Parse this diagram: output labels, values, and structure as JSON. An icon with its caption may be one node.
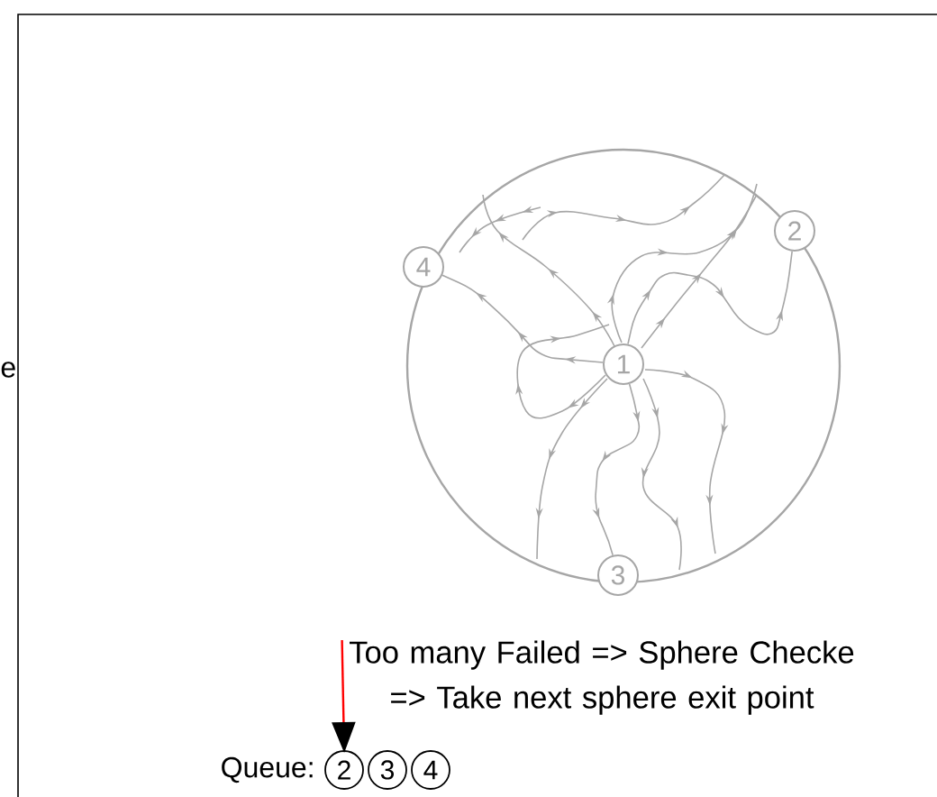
{
  "diagram": {
    "nodes": [
      {
        "text": [],
        "shape": "circle"
      },
      {
        "text": [
          "1"
        ],
        "in": 0
      },
      {
        "text": [
          "2"
        ]
      },
      {
        "text": [
          "3"
        ]
      },
      {
        "text": [
          "4"
        ]
      },
      {
        "text": [
          "Too many Failed => Sphere Checke => Take next sphere exit point"
        ]
      },
      {
        "text": [
          "2"
        ]
      },
      {
        "text": [
          "3"
        ]
      },
      {
        "text": [
          "4"
        ]
      }
    ],
    "edges": [
      {
        "from": 1,
        "to": 4,
        "arrow": "to"
      },
      {
        "from": 1,
        "to": 2,
        "arrow": "to"
      },
      {
        "from": 1,
        "to": 3,
        "arrow": "to"
      },
      {
        "from": 5,
        "to": 6,
        "arrow": "to",
        "color": "#ff0000"
      }
    ],
    "labels": [
      "e",
      "Queue:"
    ]
  }
}
